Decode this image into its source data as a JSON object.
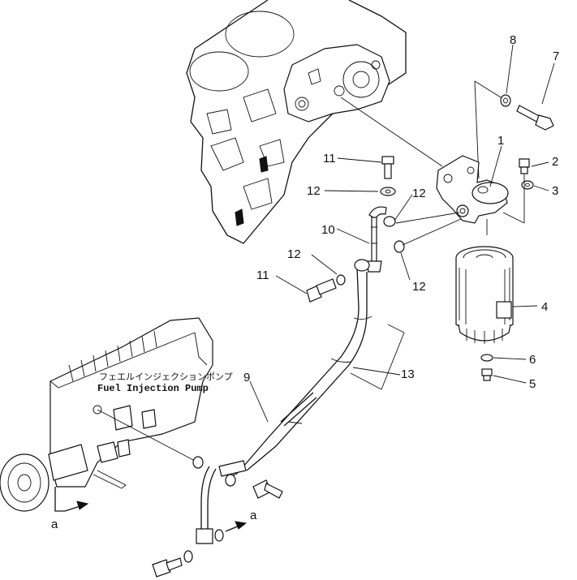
{
  "pump_label_jp": "フェエルインジェクションポンプ",
  "pump_label_en": "Fuel Injection Pump",
  "view_marker": "a",
  "callouts": [
    "1",
    "2",
    "3",
    "4",
    "5",
    "6",
    "7",
    "8",
    "9",
    "10",
    "11",
    "12",
    "13"
  ]
}
